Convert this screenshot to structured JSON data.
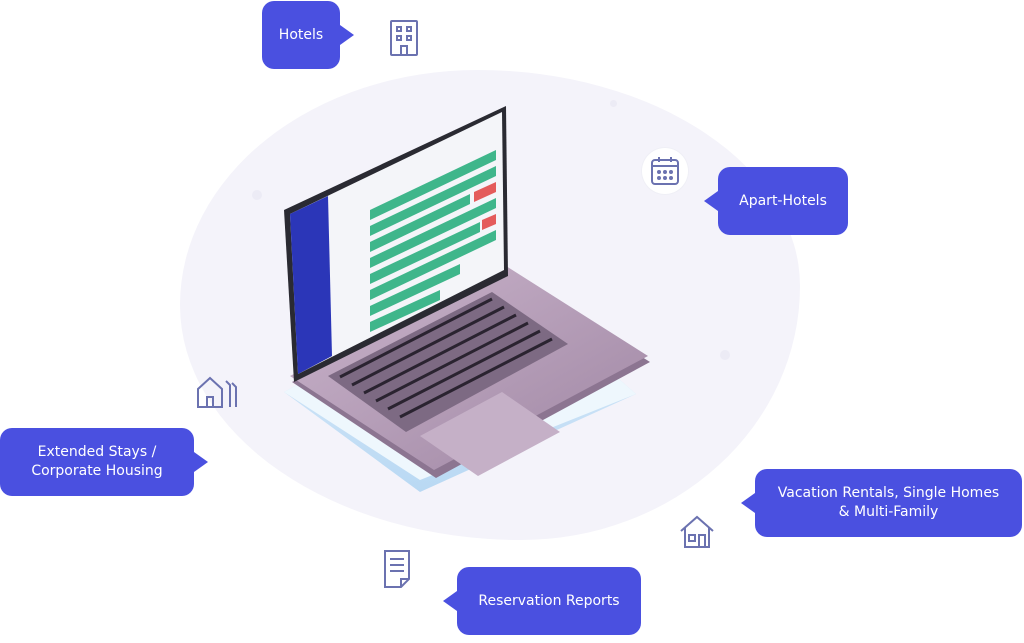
{
  "labels": {
    "hotels": "Hotels",
    "apart_hotels": "Apart-Hotels",
    "extended_stays": [
      "Extended Stays /",
      "Corporate Housing"
    ],
    "vacation_rentals": [
      "Vacation Rentals, Single Homes",
      "& Multi-Family"
    ],
    "reservation_reports": "Reservation Reports"
  },
  "icons": {
    "hotels": "building-icon",
    "apart_hotels": "calendar-icon",
    "extended_stays": "house-multi-icon",
    "vacation_rentals": "house-icon",
    "reservation_reports": "document-icon"
  },
  "colors": {
    "bubble": "#4a50e0",
    "icon_stroke": "#6b72b0",
    "calendar_green": "#3fb68b",
    "calendar_red": "#e45b5b",
    "app_sidebar": "#2b36b8",
    "laptop_body": "#b59db8",
    "laptop_base_glow": "#a8d3f2"
  }
}
